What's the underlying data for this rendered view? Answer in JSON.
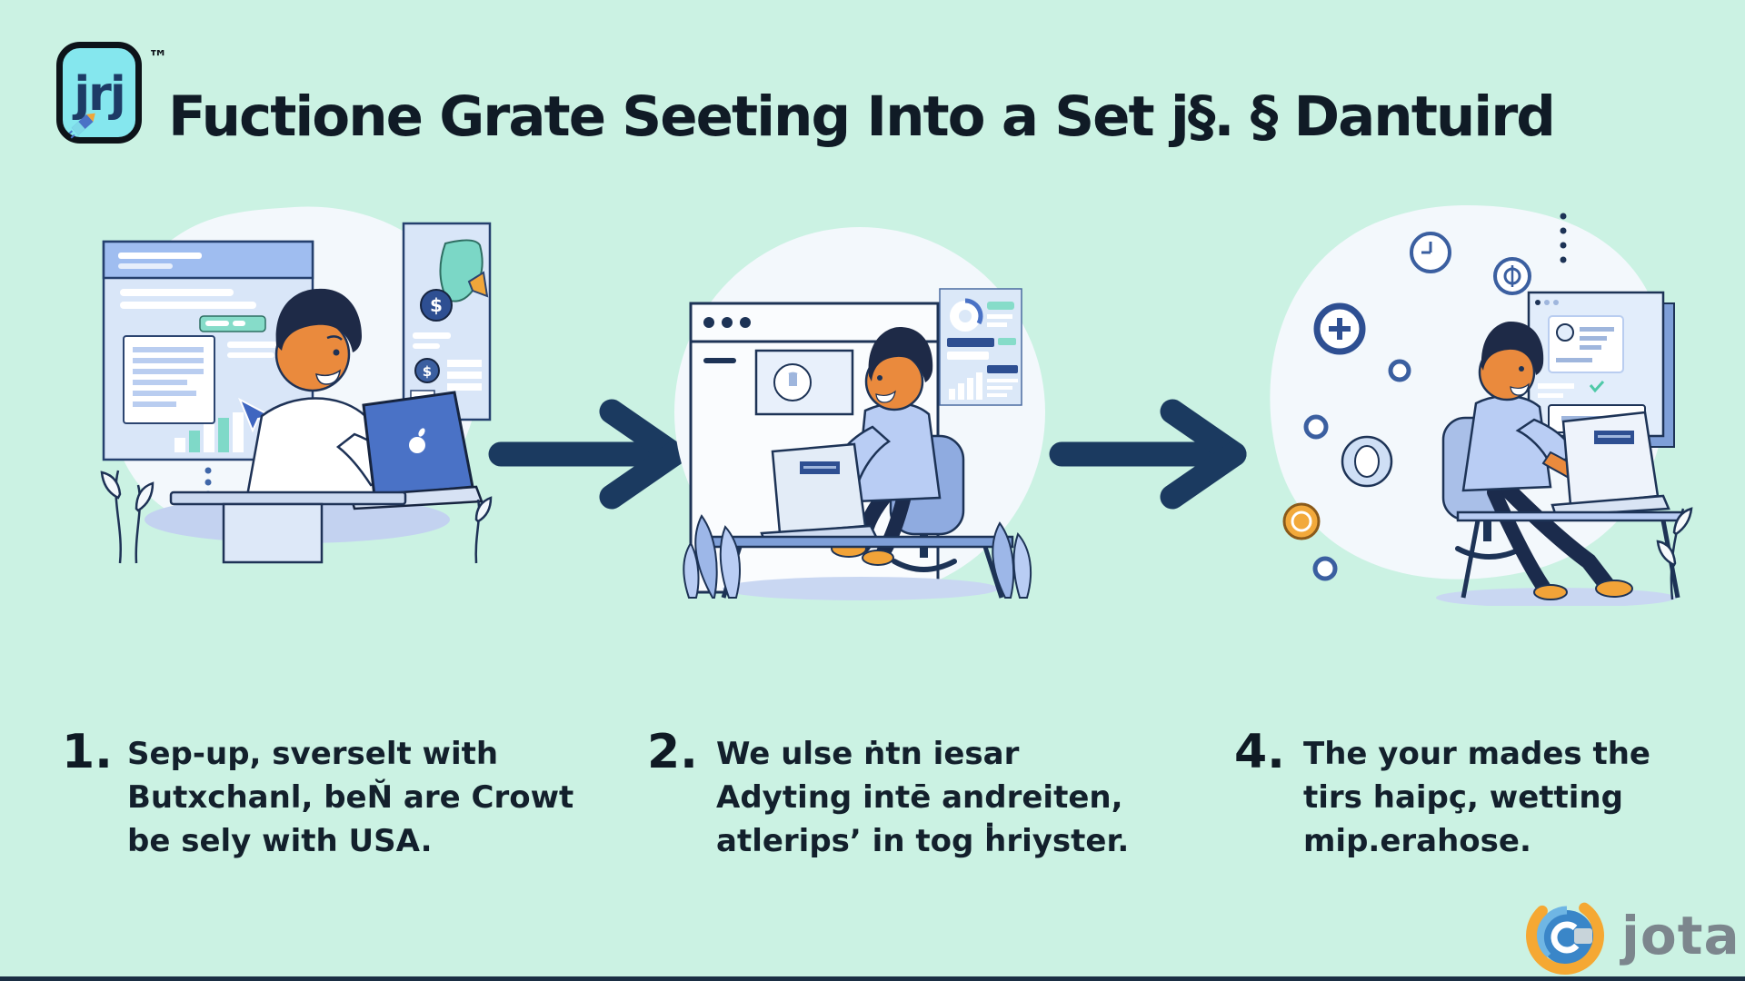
{
  "page": {
    "background_color": "#cbf2e3",
    "bottom_bar_color": "#1a2e43",
    "accent_navy": "#1d3356",
    "accent_orange": "#f2a338",
    "accent_teal": "#86dcc9"
  },
  "header": {
    "logo_text": "jrj",
    "trademark": "™",
    "title": "Fuctione Grate Seeting Into a Set j§. § Dantuird"
  },
  "steps": [
    {
      "number": "1.",
      "lines": [
        "Sep-up, sverselt with",
        "Butxchanl, beN̆ are Crowt",
        "be sely with USA."
      ]
    },
    {
      "number": "2.",
      "lines": [
        "We ulse ṅtn iesar",
        "Adyting intē andreiten,",
        "atlerips’ in tog ḣriyster."
      ]
    },
    {
      "number": "4.",
      "lines": [
        "The your mades the",
        "tirs haipç, wetting",
        "mip.erahose."
      ]
    }
  ],
  "footer": {
    "brand": "jota"
  },
  "icons": {
    "dollar": "$"
  }
}
